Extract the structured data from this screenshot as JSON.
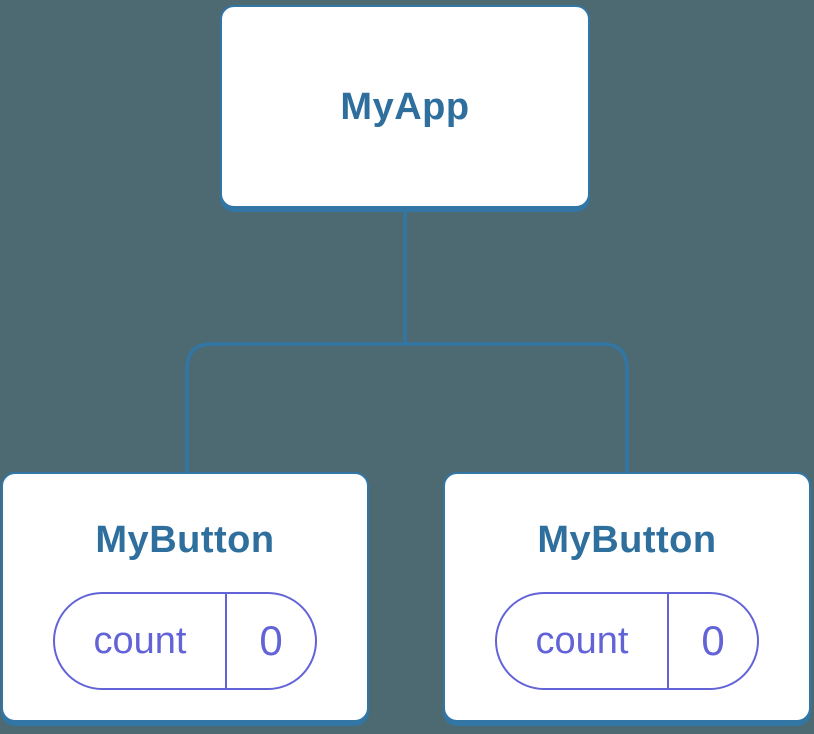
{
  "diagram": {
    "type": "component-tree",
    "colors": {
      "background": "#4d6972",
      "connector_blue": "#3176a5",
      "label_blue": "#2e6f9e",
      "state_purple": "#6363d8",
      "node_fill": "#ffffff"
    },
    "root": {
      "label": "MyApp"
    },
    "children": [
      {
        "label": "MyButton",
        "state": {
          "key": "count",
          "value": "0"
        }
      },
      {
        "label": "MyButton",
        "state": {
          "key": "count",
          "value": "0"
        }
      }
    ]
  }
}
